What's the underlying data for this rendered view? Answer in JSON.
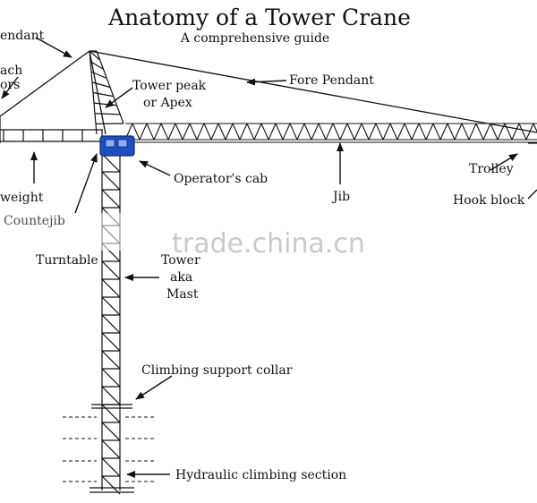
{
  "header": {
    "title": "Anatomy of a Tower Crane",
    "subtitle": "A comprehensive guide"
  },
  "labels": {
    "rear_pendant": "endant",
    "winch_line1": "ach",
    "winch_line2": "ors",
    "tower_peak_line1": "Tower peak",
    "tower_peak_line2": "or Apex",
    "fore_pendant": "Fore Pendant",
    "operators_cab": "Operator's cab",
    "trolley": "Trolley",
    "jib": "Jib",
    "hook_block": "Hook block",
    "counterweight_line1": "weight",
    "counterjib": "Countejib",
    "turntable": "Turntable",
    "tower_line1": "Tower",
    "tower_line2": "aka",
    "tower_line3": "Mast",
    "climbing_collar": "Climbing support collar",
    "hydraulic_section": "Hydraulic climbing section"
  },
  "watermark": "trade.china.cn",
  "colors": {
    "ink": "#111111",
    "cab": "#1f4fbf",
    "watermark": "#bdbdbd"
  }
}
